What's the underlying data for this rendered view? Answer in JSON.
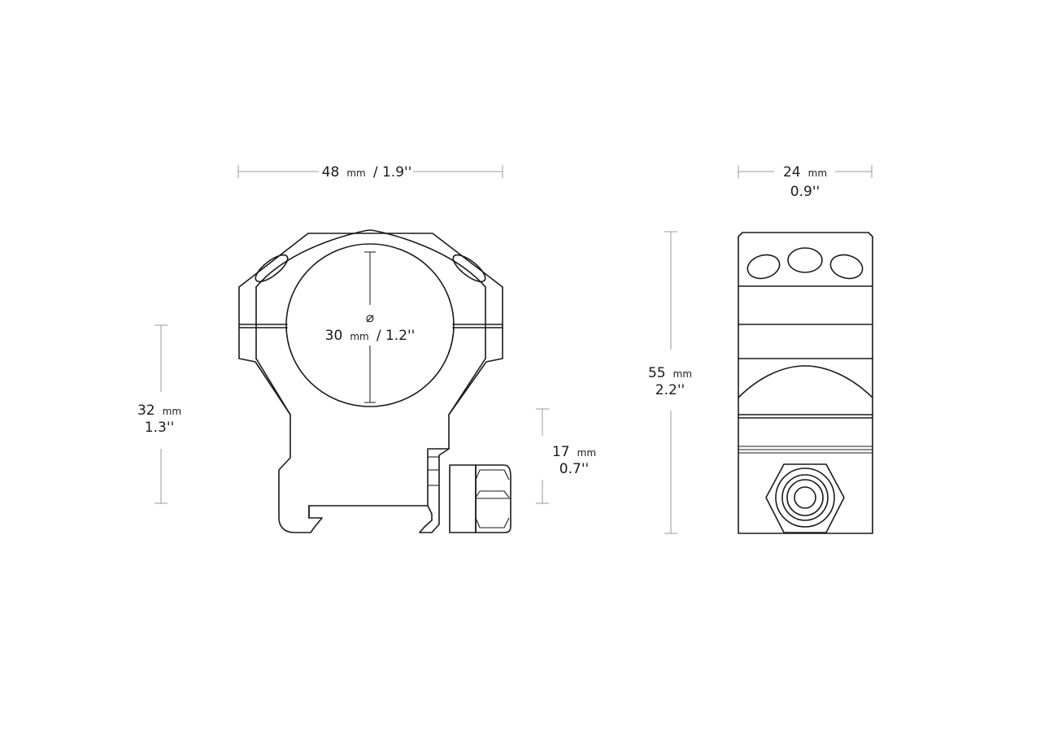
{
  "front_view": {
    "width_dimension": {
      "value": "48",
      "unit": "mm",
      "imperial": "/ 1.9''"
    },
    "ring_diameter": {
      "symbol": "⌀",
      "value": "30",
      "unit": "mm",
      "imperial": "/ 1.2''"
    },
    "base_height": {
      "value": "32",
      "unit": "mm",
      "imperial": "1.3''"
    },
    "clamp_height": {
      "value": "17",
      "unit": "mm",
      "imperial": "0.7''"
    }
  },
  "side_view": {
    "width_dimension": {
      "value": "24",
      "unit": "mm",
      "imperial": "0.9''"
    },
    "total_height": {
      "value": "55",
      "unit": "mm",
      "imperial": "2.2''"
    }
  }
}
